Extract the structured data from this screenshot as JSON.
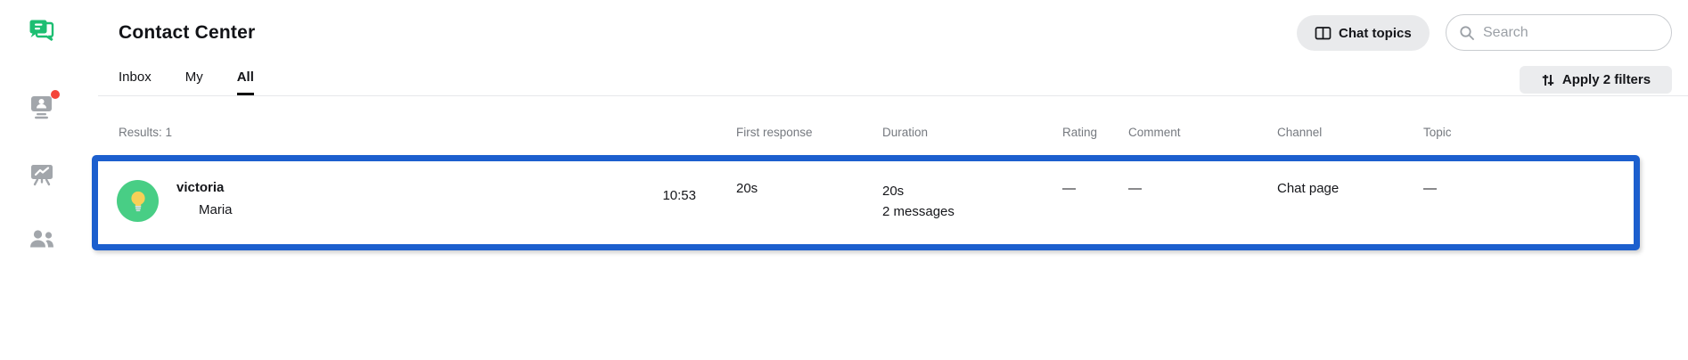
{
  "header": {
    "title": "Contact Center",
    "chat_topics_label": "Chat topics",
    "search_placeholder": "Search"
  },
  "sidebar": {
    "icons": [
      {
        "name": "chats-logo",
        "badge": false
      },
      {
        "name": "traffic",
        "badge": true
      },
      {
        "name": "reports",
        "badge": false
      },
      {
        "name": "team",
        "badge": false
      }
    ]
  },
  "tabs": {
    "items": [
      {
        "label": "Inbox",
        "active": false
      },
      {
        "label": "My",
        "active": false
      },
      {
        "label": "All",
        "active": true
      }
    ],
    "apply_filters_label": "Apply 2 filters"
  },
  "table": {
    "results_label": "Results: 1",
    "columns": [
      "First response",
      "Duration",
      "Rating",
      "Comment",
      "Channel",
      "Topic"
    ],
    "row": {
      "customer_name": "victoria",
      "agent_name": "Maria",
      "time": "10:53",
      "first_response": "20s",
      "duration": "20s",
      "duration_messages": "2 messages",
      "rating": "—",
      "comment": "—",
      "channel": "Chat page",
      "topic": "—",
      "selected": true
    }
  },
  "colors": {
    "brand_green": "#1dbe72",
    "avatar_green": "#48ce85",
    "selection_blue": "#1c5fce",
    "notification_red": "#f4453a",
    "icon_gray": "#a2a6ab"
  }
}
